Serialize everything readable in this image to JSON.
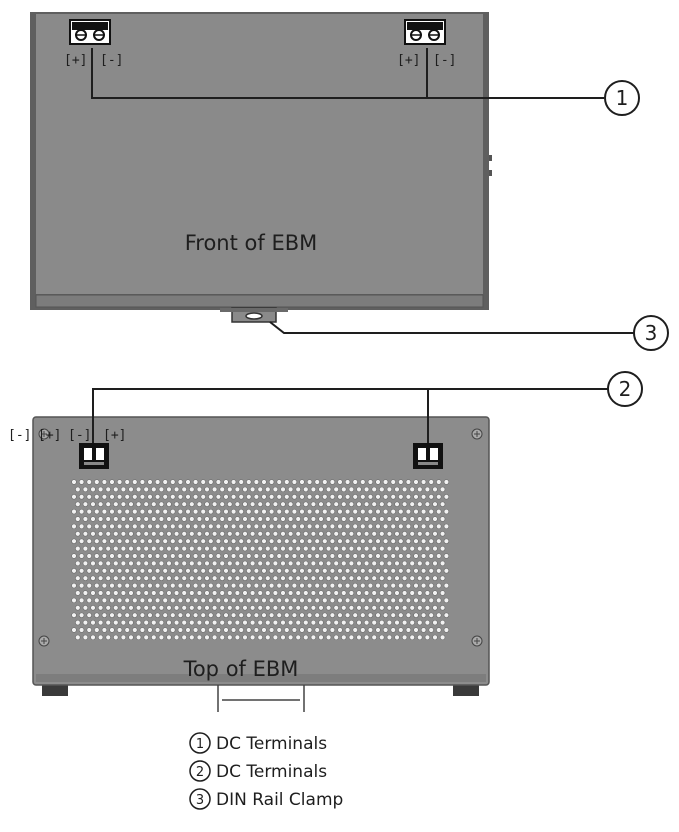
{
  "front": {
    "title": "Front of EBM",
    "terminal_left": {
      "plus": "[+]",
      "minus": "[-]"
    },
    "terminal_right": {
      "plus": "[+]",
      "minus": "[-]"
    }
  },
  "top": {
    "title": "Top of EBM",
    "terminal_labels": {
      "minus_a": "[-]",
      "plus_a": "[+]",
      "minus_b": "[-]",
      "plus_b": "[+]"
    }
  },
  "callouts": [
    {
      "number": "1"
    },
    {
      "number": "3"
    },
    {
      "number": "2"
    }
  ],
  "legend": [
    {
      "number": "1",
      "text": "DC Terminals"
    },
    {
      "number": "2",
      "text": "DC Terminals"
    },
    {
      "number": "3",
      "text": "DIN Rail Clamp"
    }
  ],
  "colors": {
    "front_body": "#8a8a8a",
    "front_edge": "#5e5e5e",
    "top_body": "#8c8c8c",
    "connector": "#111111",
    "line": "#1e1e1e"
  }
}
